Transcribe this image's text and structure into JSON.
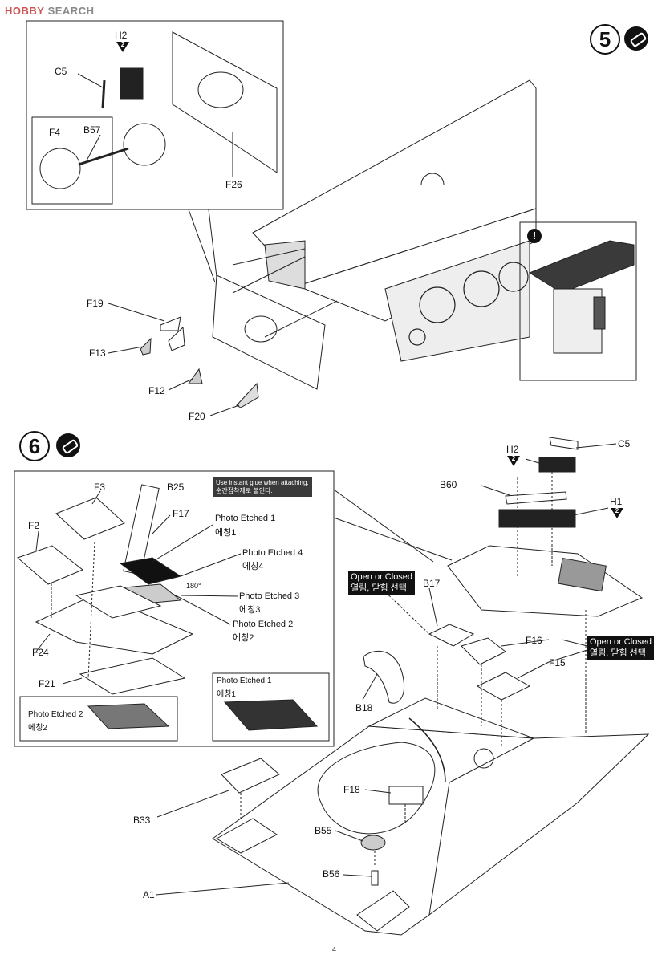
{
  "watermark": {
    "brand": "HOBBY",
    "suffix": "SEARCH"
  },
  "step5": {
    "number": "5",
    "labels": {
      "h2": "H2",
      "h2_badge": "2",
      "c5": "C5",
      "f4": "F4",
      "b57": "B57",
      "f26": "F26",
      "f19": "F19",
      "f13": "F13",
      "f12": "F12",
      "f20": "F20"
    }
  },
  "step6": {
    "number": "6",
    "glue_note": {
      "en": "Use instant glue when attaching.",
      "kr": "순간접착제로 붙인다."
    },
    "labels": {
      "f3": "F3",
      "b25": "B25",
      "f17": "F17",
      "f2": "F2",
      "f24": "F24",
      "f21": "F21",
      "pe1": "Photo Etched 1",
      "pe1_kr": "에칭1",
      "pe4": "Photo Etched 4",
      "pe4_kr": "에칭4",
      "pe3": "Photo Etched 3",
      "pe3_kr": "에칭3",
      "pe2": "Photo Etched 2",
      "pe2_kr": "에칭2",
      "rot": "180°",
      "inset_pe2": "Photo Etched 2",
      "inset_pe2_kr": "에칭2",
      "inset_pe1": "Photo Etched 1",
      "inset_pe1_kr": "에칭1",
      "h2": "H2",
      "h2_badge": "2",
      "c5": "C5",
      "b60": "B60",
      "h1": "H1",
      "h1_badge": "2",
      "b17": "B17",
      "f16": "F16",
      "f15": "F15",
      "b18": "B18",
      "f18": "F18",
      "b33": "B33",
      "b55": "B55",
      "b56": "B56",
      "a1": "A1"
    },
    "open_closed_1": {
      "en": "Open or Closed",
      "kr": "열림, 닫힘 선택"
    },
    "open_closed_2": {
      "en": "Open or Closed",
      "kr": "열림, 닫힘 선택"
    }
  },
  "page_number": "4"
}
